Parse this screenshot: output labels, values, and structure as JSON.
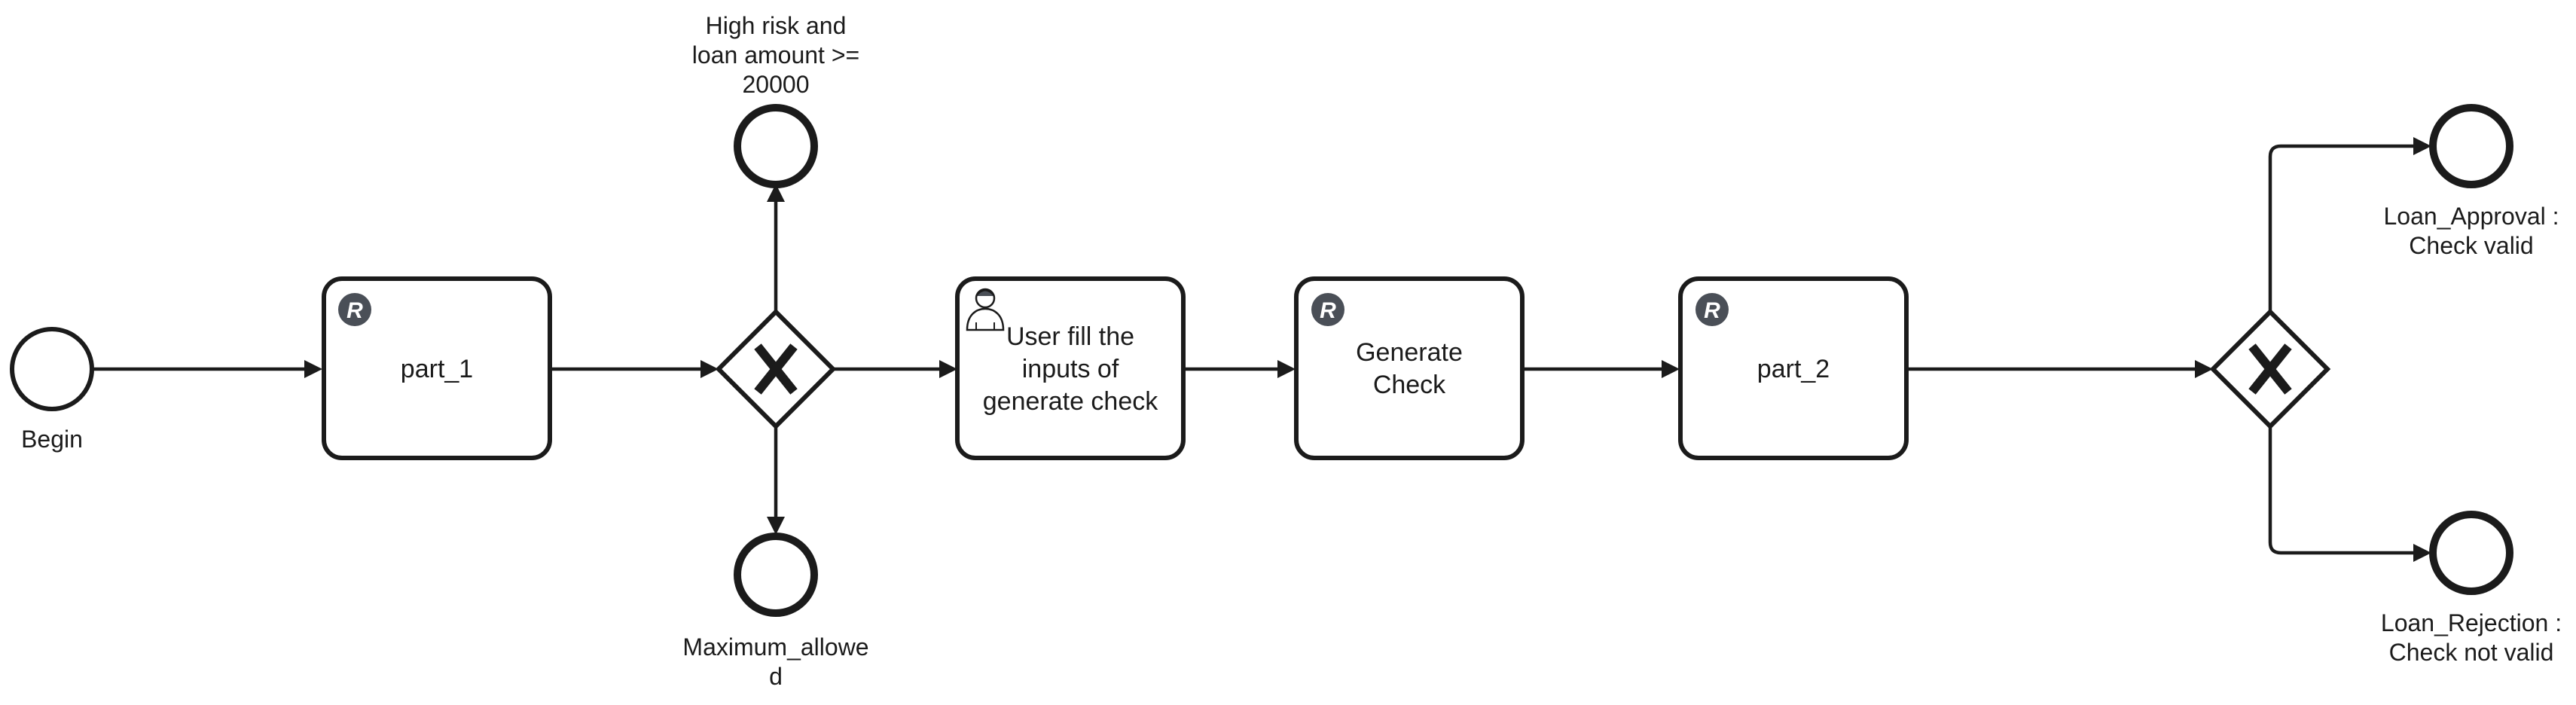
{
  "start_event": {
    "label": "Begin"
  },
  "tasks": {
    "part_1": {
      "label": "part_1",
      "badge": "R",
      "type": "rule"
    },
    "user_fill": {
      "line1": "User fill the",
      "line2": "inputs of",
      "line3": "generate check",
      "type": "user"
    },
    "generate_check": {
      "line1": "Generate",
      "line2": "Check",
      "badge": "R",
      "type": "rule"
    },
    "part_2": {
      "label": "part_2",
      "badge": "R",
      "type": "rule"
    }
  },
  "gateways": {
    "first": {
      "type": "exclusive"
    },
    "second": {
      "type": "exclusive"
    }
  },
  "end_events": {
    "high_risk": {
      "line1": "High risk and",
      "line2": "loan amount >=",
      "line3": "20000"
    },
    "maximum_allowed": {
      "line1": "Maximum_allowe",
      "line2": "d"
    },
    "loan_approval": {
      "line1": "Loan_Approval :",
      "line2": "Check valid"
    },
    "loan_rejection": {
      "line1": "Loan_Rejection :",
      "line2": "Check not valid"
    }
  },
  "colors": {
    "stroke": "#1b1b1b",
    "badge": "#4a4f57",
    "background": "#ffffff"
  }
}
